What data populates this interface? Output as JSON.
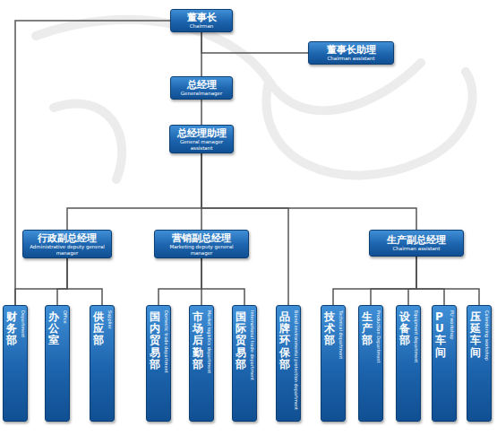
{
  "diagram": {
    "nodes": [
      {
        "text": [
          "董事长",
          "Chairman"
        ]
      },
      {
        "text": [
          "董事长助理",
          "Chairman assistant"
        ]
      },
      {
        "text": [
          "总经理",
          "Generalmanager"
        ]
      },
      {
        "text": [
          "总经理助理",
          "General manager assistant"
        ]
      },
      {
        "text": [
          "行政副总经理",
          "Administrative deputy general manager"
        ]
      },
      {
        "text": [
          "营销副总经理",
          "Marketing deputy general manager"
        ]
      },
      {
        "text": [
          "生产副总经理",
          "Chairman assistant"
        ]
      },
      {
        "text": [
          "财务部",
          "Department"
        ]
      },
      {
        "text": [
          "办公室",
          "Office"
        ]
      },
      {
        "text": [
          "供应部",
          "Supplier"
        ]
      },
      {
        "text": [
          "国内贸易部",
          "Domestic trade department"
        ]
      },
      {
        "text": [
          "市场后勤部",
          "Market logistics department"
        ]
      },
      {
        "text": [
          "国际贸易部",
          "International trade department"
        ]
      },
      {
        "text": [
          "品牌环保部",
          "Brand environmental protection department"
        ]
      },
      {
        "text": [
          "技术部",
          "Technical department"
        ]
      },
      {
        "text": [
          "生产部",
          "Production Department"
        ]
      },
      {
        "text": [
          "设备部",
          "Equipment department"
        ]
      },
      {
        "text": [
          "PU车间",
          "PU workshop"
        ]
      },
      {
        "text": [
          "压延车间",
          "Calendering workshop"
        ]
      }
    ],
    "edges": [
      {
        "from": 0,
        "to": 1,
        "arrow": "none"
      },
      {
        "from": 0,
        "to": 2,
        "arrow": "none"
      },
      {
        "from": 2,
        "to": 3,
        "arrow": "none"
      },
      {
        "from": 0,
        "to": 7,
        "arrow": "none"
      },
      {
        "from": 3,
        "to": 4,
        "arrow": "none"
      },
      {
        "from": 3,
        "to": 5,
        "arrow": "none"
      },
      {
        "from": 3,
        "to": 13,
        "arrow": "none"
      },
      {
        "from": 3,
        "to": 6,
        "arrow": "none"
      },
      {
        "from": 4,
        "to": 7,
        "arrow": "none"
      },
      {
        "from": 4,
        "to": 8,
        "arrow": "none"
      },
      {
        "from": 4,
        "to": 9,
        "arrow": "none"
      },
      {
        "from": 5,
        "to": 10,
        "arrow": "none"
      },
      {
        "from": 5,
        "to": 11,
        "arrow": "none"
      },
      {
        "from": 5,
        "to": 12,
        "arrow": "none"
      },
      {
        "from": 6,
        "to": 14,
        "arrow": "none"
      },
      {
        "from": 6,
        "to": 15,
        "arrow": "none"
      },
      {
        "from": 6,
        "to": 16,
        "arrow": "none"
      },
      {
        "from": 6,
        "to": 17,
        "arrow": "none"
      },
      {
        "from": 6,
        "to": 18,
        "arrow": "none"
      }
    ]
  }
}
